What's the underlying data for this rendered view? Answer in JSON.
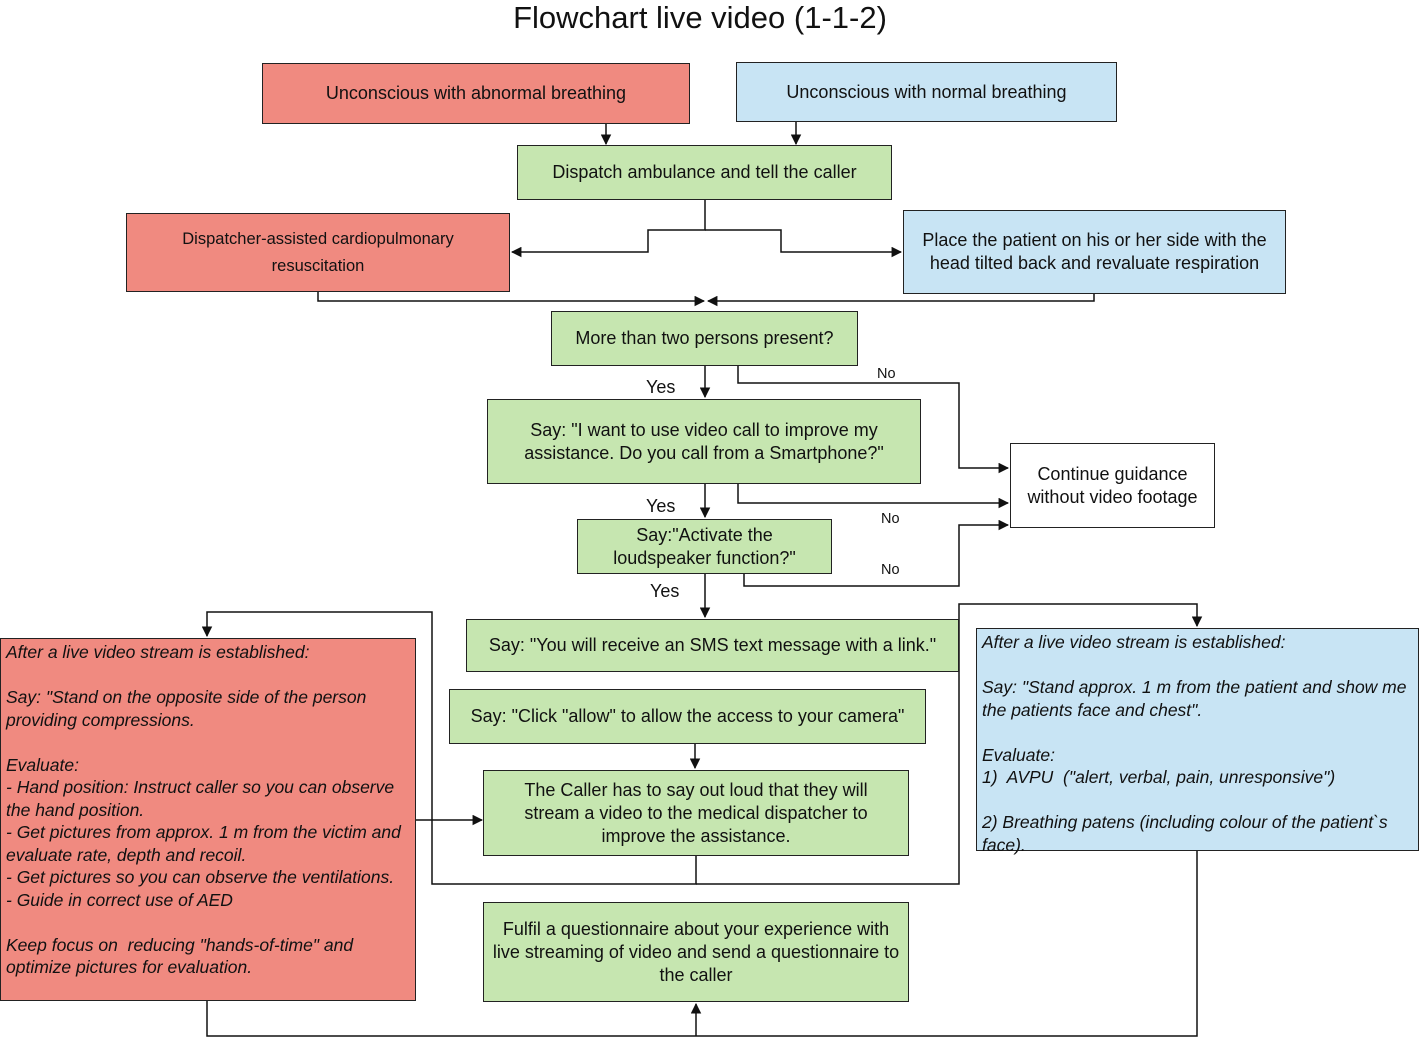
{
  "title": "Flowchart live video (1-1-2)",
  "boxes": {
    "abnormal": "Unconscious with abnormal breathing",
    "normal": "Unconscious with normal breathing",
    "dispatch": "Dispatch ambulance and tell the caller",
    "cpr": "Dispatcher-assisted cardiopulmonary resuscitation",
    "recovery": "Place the patient on his or her side with the head tilted back and revaluate respiration",
    "persons": "More than two persons present?",
    "smartphone": "Say: \"I want to use video call to improve my assistance. Do you call from a Smartphone?\"",
    "continue": "Continue guidance without video footage",
    "loudspeaker": "Say:\"Activate the loudspeaker function?\"",
    "sms": "Say: \"You will receive an SMS text message with a link.\"",
    "camera": "Say: \"Click \"allow\"  to allow the access to your camera\"",
    "caller": "The Caller has to say out loud that they will stream a video to the medical dispatcher to improve the assistance.",
    "questionnaire": "Fulfil a questionnaire about your experience with live streaming of video and send a questionnaire to  the caller"
  },
  "notes": {
    "left": "After a live video stream is established:\n\nSay: \"Stand on the opposite side of the person providing compressions.\n\nEvaluate:\n- Hand position: Instruct caller so you can observe the hand position.\n- Get pictures from approx. 1 m from the victim and evaluate rate, depth and recoil.\n- Get pictures so you can observe the ventilations.\n- Guide in correct use of AED\n\nKeep focus on  reducing \"hands-of-time\" and optimize pictures for evaluation.",
    "right": "After a live video stream is established:\n\nSay: \"Stand approx. 1 m from the patient and show me the patients face and chest\".\n\nEvaluate:\n1)  AVPU  (\"alert, verbal, pain, unresponsive\")\n\n2) Breathing patens (including colour of the patient`s face)."
  },
  "labels": {
    "yes1": "Yes",
    "yes2": "Yes",
    "yes3": "Yes",
    "no1": "No",
    "no2": "No",
    "no3": "No"
  },
  "colors": {
    "red": "#f08a80",
    "blue": "#c8e4f4",
    "green": "#c6e6b0",
    "line": "#111111"
  }
}
